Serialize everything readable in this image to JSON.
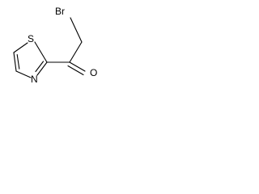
{
  "molecule": {
    "atoms": {
      "bromine": "Br",
      "sulfur": "S",
      "nitrogen": "N",
      "oxygen": "O"
    }
  },
  "colors": {
    "bond": "#000000",
    "background": "#ffffff"
  }
}
